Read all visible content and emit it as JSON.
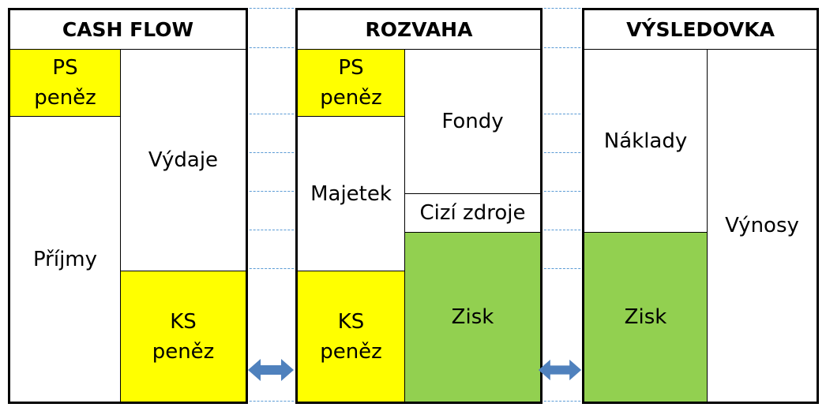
{
  "cash_flow": {
    "title": "CASH FLOW",
    "ps": "PS\npeněz",
    "prijmy": "Příjmy",
    "vydaje": "Výdaje",
    "ks": "KS\npeněz"
  },
  "rozvaha": {
    "title": "ROZVAHA",
    "ps": "PS\npeněz",
    "majetek": "Majetek",
    "ks": "KS\npeněz",
    "fondy": "Fondy",
    "cizi": "Cizí zdroje",
    "zisk": "Zisk"
  },
  "vysledovka": {
    "title": "VÝSLEDOVKA",
    "naklady": "Náklady",
    "zisk": "Zisk",
    "vynosy": "Výnosy"
  },
  "colors": {
    "yellow": "#ffff00",
    "green": "#92d050",
    "arrow": "#4f81bd"
  }
}
